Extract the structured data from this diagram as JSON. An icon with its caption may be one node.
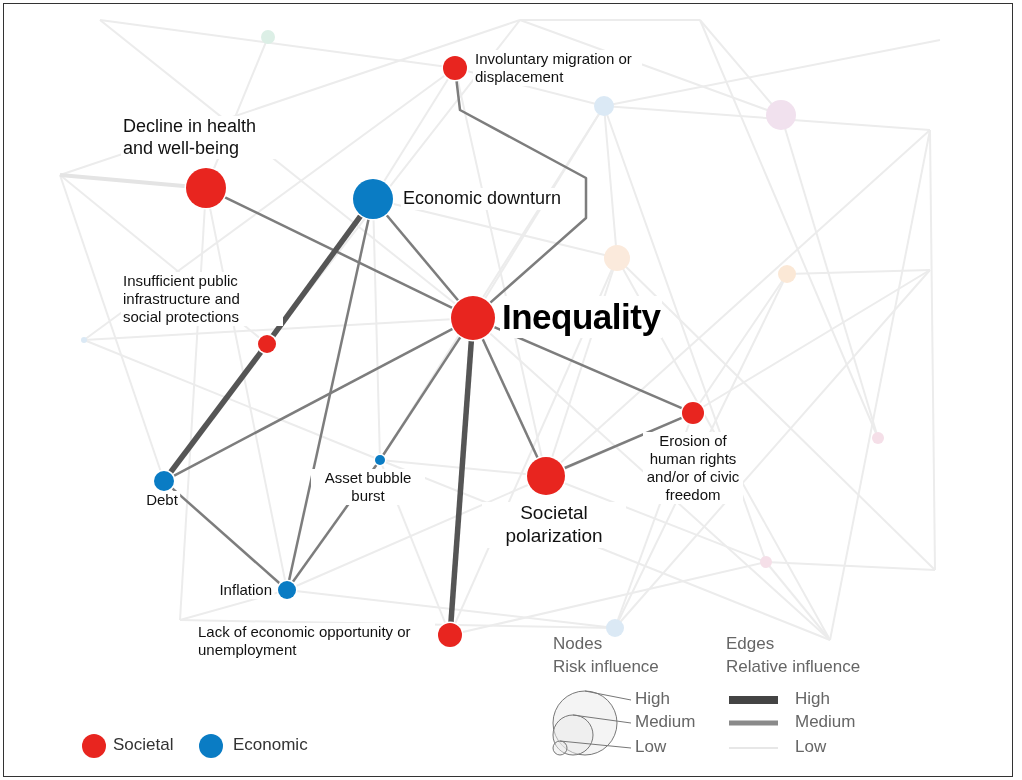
{
  "diagram": {
    "nodes": [
      {
        "text": [
          "Involuntary migration or displacement"
        ]
      },
      {
        "text": [
          "Decline in health and well-being"
        ]
      },
      {
        "text": [
          "Economic downturn"
        ]
      },
      {
        "text": [
          "Insufficient public infrastructure and social protections"
        ]
      },
      {
        "text": [
          "Inequality"
        ]
      },
      {
        "text": [
          "Erosion of human rights and/or of civic freedom"
        ]
      },
      {
        "text": [
          "Societal polarization"
        ]
      },
      {
        "text": [
          "Debt"
        ]
      },
      {
        "text": [
          "Asset bubble burst"
        ]
      },
      {
        "text": [
          "Inflation"
        ]
      },
      {
        "text": [
          "Lack of economic opportunity or unemployment"
        ]
      }
    ],
    "edges": [
      {
        "from": 0,
        "to": 4,
        "arrow": "none"
      },
      {
        "from": 1,
        "to": 4,
        "arrow": "none"
      },
      {
        "from": 2,
        "to": 4,
        "arrow": "none"
      },
      {
        "from": 2,
        "to": 3,
        "arrow": "none",
        "style": "thick"
      },
      {
        "from": 3,
        "to": 7,
        "arrow": "none",
        "style": "thick"
      },
      {
        "from": 2,
        "to": 9,
        "arrow": "none"
      },
      {
        "from": 4,
        "to": 7,
        "arrow": "none"
      },
      {
        "from": 4,
        "to": 8,
        "arrow": "none"
      },
      {
        "from": 8,
        "to": 9,
        "arrow": "none"
      },
      {
        "from": 4,
        "to": 10,
        "arrow": "none",
        "style": "thick"
      },
      {
        "from": 4,
        "to": 6,
        "arrow": "none"
      },
      {
        "from": 4,
        "to": 5,
        "arrow": "none"
      },
      {
        "from": 6,
        "to": 5,
        "arrow": "none"
      },
      {
        "from": 7,
        "to": 9,
        "arrow": "none"
      }
    ],
    "labels": [
      "Nodes",
      "Risk influence",
      "Edges",
      "Relative influence"
    ],
    "legend": [
      {
        "text": "Societal",
        "color": "#e8251f"
      },
      {
        "text": "Economic",
        "color": "#0a7cc4"
      },
      {
        "text": "High"
      },
      {
        "text": "Medium"
      },
      {
        "text": "Low"
      },
      {
        "text": "High"
      },
      {
        "text": "Medium"
      },
      {
        "text": "Low"
      }
    ]
  }
}
